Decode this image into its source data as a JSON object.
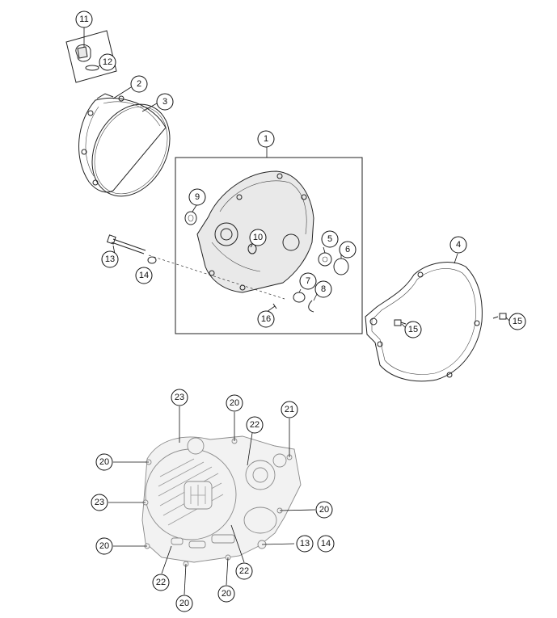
{
  "callouts": [
    {
      "label": "1"
    },
    {
      "label": "2"
    },
    {
      "label": "3"
    },
    {
      "label": "4"
    },
    {
      "label": "5"
    },
    {
      "label": "6"
    },
    {
      "label": "7"
    },
    {
      "label": "8"
    },
    {
      "label": "9"
    },
    {
      "label": "10"
    },
    {
      "label": "11"
    },
    {
      "label": "12"
    },
    {
      "label": "13"
    },
    {
      "label": "14"
    },
    {
      "label": "15"
    },
    {
      "label": "15"
    },
    {
      "label": "16"
    },
    {
      "label": "23"
    },
    {
      "label": "20"
    },
    {
      "label": "21"
    },
    {
      "label": "22"
    },
    {
      "label": "20"
    },
    {
      "label": "23"
    },
    {
      "label": "20"
    },
    {
      "label": "20"
    },
    {
      "label": "13"
    },
    {
      "label": "14"
    },
    {
      "label": "22"
    },
    {
      "label": "22"
    },
    {
      "label": "20"
    },
    {
      "label": "20"
    }
  ],
  "colors": {
    "line": "#222222",
    "ghost": "#8a8a8a",
    "background": "#ffffff"
  }
}
